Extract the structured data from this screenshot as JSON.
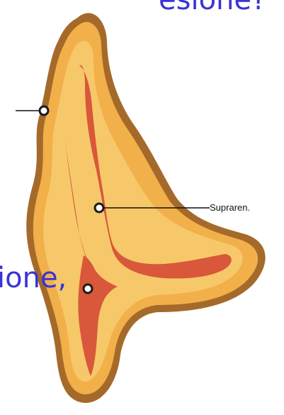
{
  "page": {
    "background": "#ffffff"
  },
  "texts": {
    "title_fragment": "esione?",
    "body_fragment": "ione,"
  },
  "labels": {
    "suprarenal": "Supraren."
  },
  "colors": {
    "cortex": "#f2b04a",
    "cortex_light": "#f7c86a",
    "medulla": "#d9573a",
    "capsule": "#a56a2a",
    "blue_text": "#3a33d6",
    "leader_line": "#111111",
    "marker_fill": "#ffffff",
    "marker_stroke": "#1b1b1b"
  },
  "icons": {
    "marker": "circle-marker-icon"
  }
}
